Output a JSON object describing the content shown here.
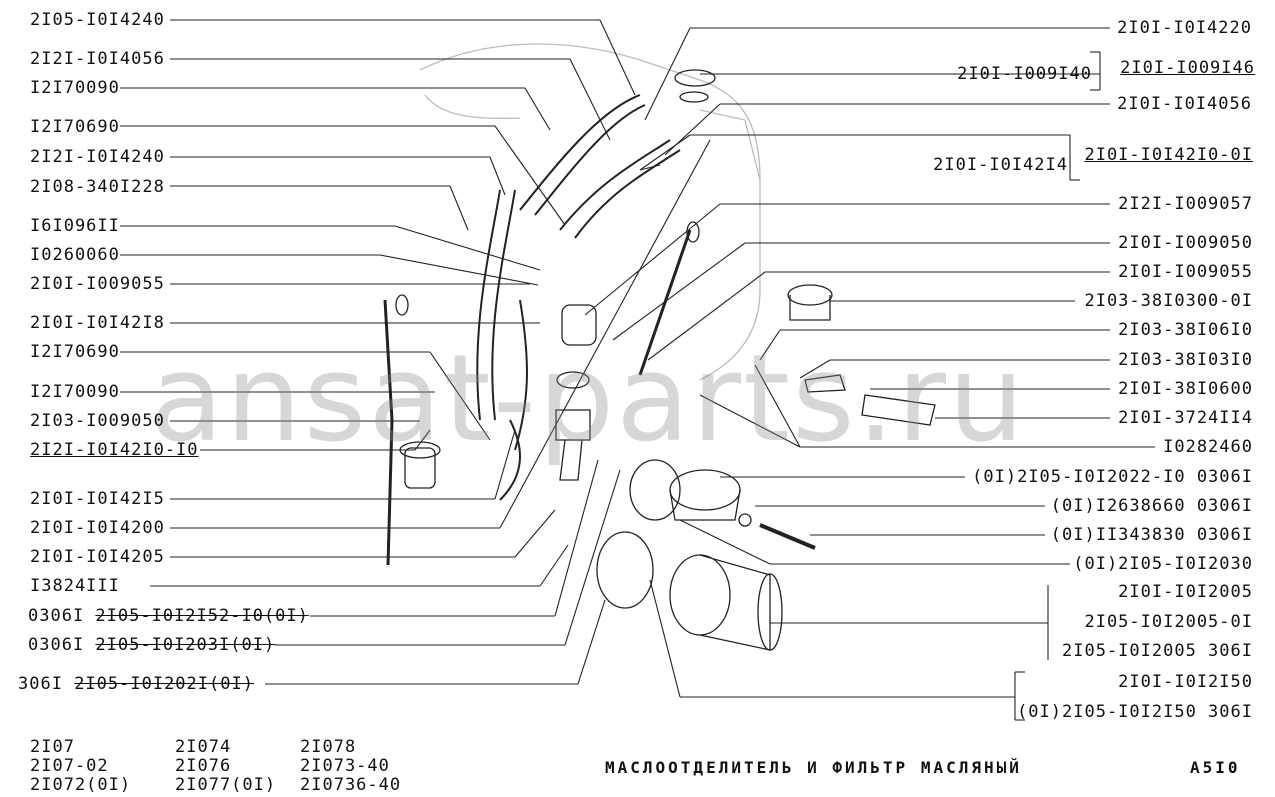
{
  "watermark": "ansat-parts.ru",
  "labels_left": [
    "2I05-I0I4240",
    "2I2I-I0I4056",
    "I2I70090",
    "I2I70690",
    "2I2I-I0I4240",
    "2I08-340I228",
    "I6I096II",
    "I0260060",
    "2I0I-I009055",
    "2I0I-I0I42I8",
    "I2I70690",
    "I2I70090",
    "2I03-I009050",
    "2I2I-I0I42I0-I0",
    "2I0I-I0I42I5",
    "2I0I-I0I4200",
    "2I0I-I0I4205",
    "I3824III"
  ],
  "labels_left_pre": [
    {
      "prefix": "0306I",
      "code": "2I05-I0I2I52-I0(0I)"
    },
    {
      "prefix": "0306I",
      "code": "2I05-I0I203I(0I)"
    },
    {
      "prefix": "306I",
      "code": "2I05-I0I202I(0I)"
    }
  ],
  "labels_right": [
    "2I0I-I0I4220",
    "2I0I-I009I40",
    "2I0I-I009I46",
    "2I0I-I0I4056",
    "2I0I-I0I42I4",
    "2I0I-I0I42I0-0I",
    "2I2I-I009057",
    "2I0I-I009050",
    "2I0I-I009055",
    "2I03-38I0300-0I",
    "2I03-38I06I0",
    "2I03-38I03I0",
    "2I0I-38I0600",
    "2I0I-3724II4",
    "I0282460",
    "(0I)2I05-I0I2022-I0 0306I",
    "(0I)I2638660 0306I",
    "(0I)II343830 0306I",
    "(0I)2I05-I0I2030",
    "2I0I-I0I2005",
    "2I05-I0I2005-0I",
    "2I05-I0I2005 306I",
    "2I0I-I0I2I50",
    "(0I)2I05-I0I2I50 306I"
  ],
  "models": [
    [
      "2I07",
      "2I07-02",
      "2I072(0I)"
    ],
    [
      "2I074",
      "2I076",
      "2I077(0I)"
    ],
    [
      "2I078",
      "2I073-40",
      "2I0736-40"
    ]
  ],
  "title": "МАСЛООТДЕЛИТЕЛЬ  И  ФИЛЬТР  МАСЛЯНЫЙ",
  "sheet": "A5I0"
}
